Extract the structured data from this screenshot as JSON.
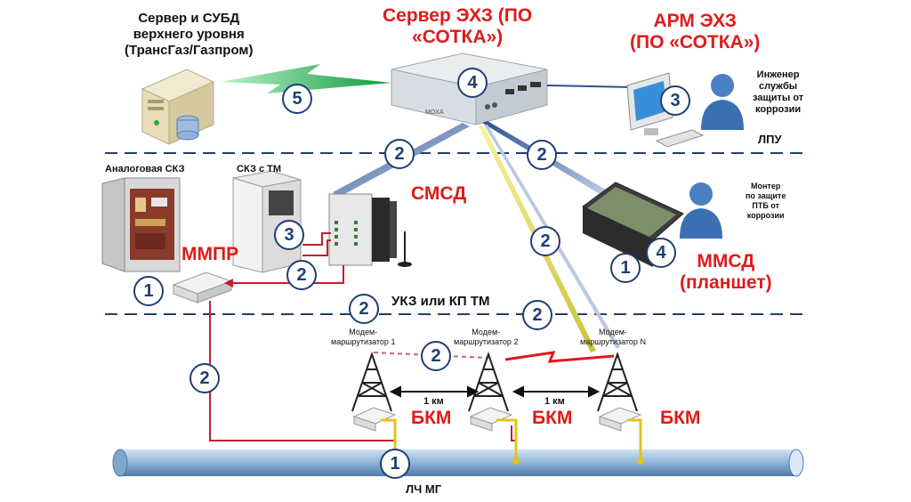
{
  "labels": {
    "server_top": "Сервер и СУБД\nверхнего уровня\n(ТрансГаз/Газпром)",
    "server_ehz": "Сервер ЭХЗ (ПО\n«СОТКА»)",
    "arm_ehz": "АРМ ЭХЗ\n(ПО «СОТКА»)",
    "engineer": "Инженер\nслужбы\nзащиты от\nкоррозии",
    "lpu": "ЛПУ",
    "analog_skz": "Аналоговая СКЗ",
    "skz_tm": "СКЗ с ТМ",
    "smsd": "СМСД",
    "mounter": "Монтер\nпо защите\nПТБ от\nкоррозии",
    "mmpr": "ММПР",
    "mmsd": "ММСД\n(планшет)",
    "ukz": "УКЗ или КП ТМ",
    "modem1": "Модем-\nмаршрутизатор 1",
    "modem2": "Модем-\nмаршрутизатор 2",
    "modemN": "Модем-\nмаршрутизатор N",
    "km1": "1 км",
    "km2": "1 км",
    "bkm1": "БКМ",
    "bkm2": "БКМ",
    "bkm3": "БКМ",
    "lch_mg": "ЛЧ МГ"
  },
  "badges": {
    "b5": "5",
    "b4_server": "4",
    "b3_arm": "3",
    "b2_left": "2",
    "b2_right": "2",
    "b3_skz": "3",
    "b2_skz": "2",
    "b1_mmpr": "1",
    "b2_mid": "2",
    "b1_tablet": "1",
    "b4_tablet": "4",
    "b2_ukz": "2",
    "b2_ukz_right": "2",
    "b2_vertical": "2",
    "b2_radio": "2",
    "b1_pipe": "1"
  },
  "colors": {
    "label_red": "#e01a1a",
    "badge_border": "#1f3e73",
    "dashed_line": "#1f3e73",
    "pipe": "#8fb4d9",
    "wire_red": "#c0202a",
    "wire_yellow": "#e8c21a",
    "link_green": "#1aa84a"
  }
}
